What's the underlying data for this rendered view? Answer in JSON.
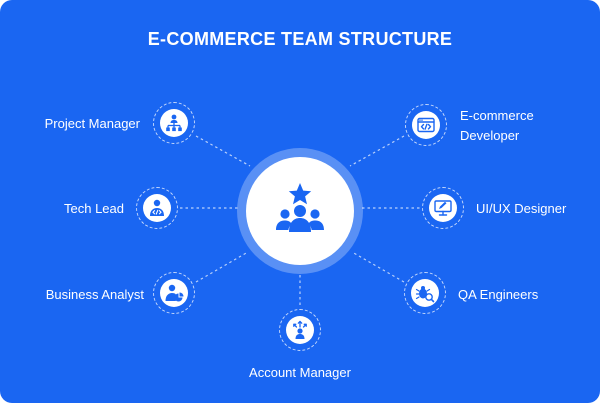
{
  "title": "E-COMMERCE TEAM STRUCTURE",
  "colors": {
    "background": "#1a66f2",
    "icon": "#1a66f2",
    "node_fill": "#ffffff"
  },
  "center": {
    "icon": "team-star-icon"
  },
  "roles": {
    "project_manager": {
      "label": "Project Manager",
      "icon": "hierarchy-icon"
    },
    "tech_lead": {
      "label": "Tech Lead",
      "icon": "developer-user-icon"
    },
    "business_analyst": {
      "label": "Business Analyst",
      "icon": "analyst-chart-icon"
    },
    "account_manager": {
      "label": "Account Manager",
      "icon": "user-arrows-icon"
    },
    "ecommerce_developer": {
      "label_line1": "E-commerce",
      "label_line2": "Developer",
      "icon": "code-window-icon"
    },
    "uiux_designer": {
      "label": "UI/UX Designer",
      "icon": "monitor-pen-icon"
    },
    "qa_engineers": {
      "label": "QA Engineers",
      "icon": "bug-search-icon"
    }
  }
}
